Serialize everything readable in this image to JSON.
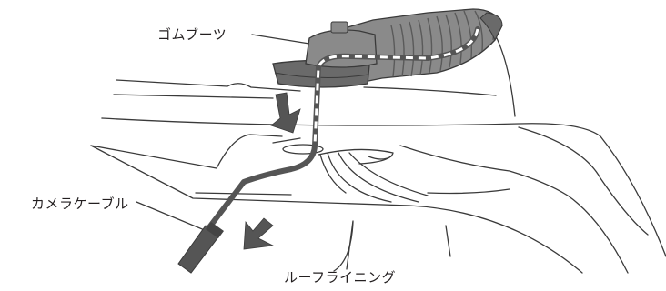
{
  "labels": {
    "rubber_boot": "ゴムブーツ",
    "camera_cable": "カメラケーブル",
    "roof_lining": "ルーフライニング"
  },
  "colors": {
    "line": "#3a3a3a",
    "boot_fill": "#8a8a8a",
    "boot_dark": "#6a6a6a",
    "cable": "#555555",
    "arrow": "#555555",
    "dash": "#ffffff"
  }
}
